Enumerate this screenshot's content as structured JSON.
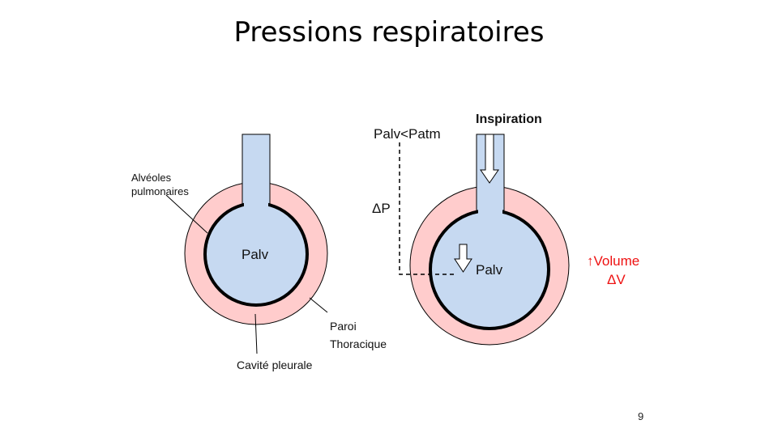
{
  "slide": {
    "title": "Pressions respiratoires",
    "page_number": "9"
  },
  "left_diagram": {
    "alveoles_label_line1": "Alvéoles",
    "alveoles_label_line2": "pulmonaires",
    "palv_label": "Palv",
    "paroi_label_line1": "Paroi",
    "paroi_label_line2": "Thoracique",
    "cavite_label": "Cavité pleurale"
  },
  "right_diagram": {
    "inspiration_label": "Inspiration",
    "pressure_relation": "Palv<Patm",
    "delta_p": "ΔP",
    "palv_label": "Palv",
    "volume_label": "↑Volume",
    "delta_v": "ΔV"
  },
  "colors": {
    "pleura_fill": "#ffcccc",
    "lung_fill": "#c6d9f1",
    "outline": "#000000",
    "volume_text": "#ee1111"
  }
}
